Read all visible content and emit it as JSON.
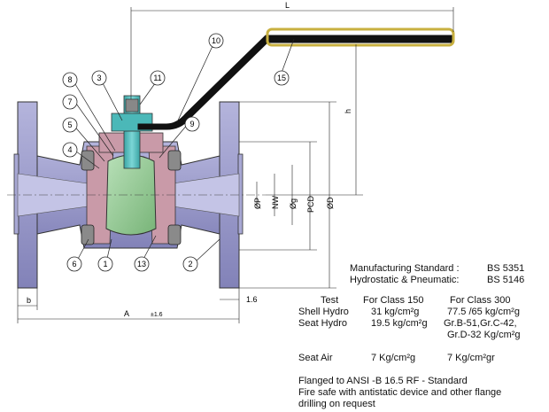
{
  "dimensions": {
    "L": "L",
    "h": "h",
    "P": "ØP",
    "NW": "NW",
    "g": "Øg",
    "PCD": "PCD",
    "D": "ØD",
    "b": "b",
    "A": "A",
    "tol": "±1.6",
    "rf": "1.6"
  },
  "callouts": [
    "1",
    "2",
    "3",
    "4",
    "5",
    "6",
    "7",
    "8",
    "9",
    "10",
    "11",
    "13",
    "15"
  ],
  "specs": {
    "mfg_label": "Manufacturing Standard :",
    "mfg_value": "BS 5351",
    "hydro_label": "Hydrostatic & Pneumatic:",
    "hydro_value": "BS 5146",
    "test_header": "Test",
    "class150_header": "For Class 150",
    "class300_header": "For Class 300",
    "shell_label": "Shell Hydro",
    "shell_150": "31 kg/cm²g",
    "shell_300": "77.5 /65  kg/cm²g",
    "seat_label": "Seat Hydro",
    "seat_150": "19.5 kg/cm²g",
    "seat_300_line1": "Gr.B-51,Gr.C-42,",
    "seat_300_line2": "Gr.D-32 Kg/cm²g",
    "air_label": "Seat Air",
    "air_150": "7 Kg/cm²g",
    "air_300": "7 Kg/cm²gr",
    "note1": "Flanged to ANSI -B 16.5 RF - Standard",
    "note2": "Fire safe with antistatic device and other flange",
    "note3": "drilling on request"
  },
  "colors": {
    "body": "#9c9cc8",
    "flange": "#8e8ec0",
    "seat": "#c99aa8",
    "ball": "#9ccf9c",
    "stem": "#4bb8b8",
    "handle": "#111111",
    "grip": "#d8c25a"
  }
}
